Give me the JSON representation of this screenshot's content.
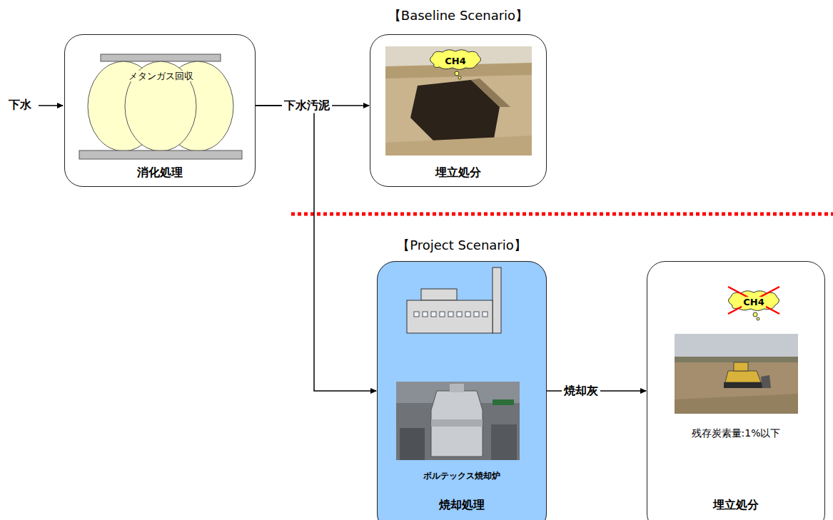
{
  "diagram": {
    "nodes": [
      {
        "text": [
          "消化処理"
        ]
      },
      {
        "text": [
          "メタンガス回収"
        ],
        "in": 0
      },
      {
        "text": [
          "【Baseline Scenario】",
          "埋立処分"
        ]
      },
      {
        "text": [
          "CH4"
        ],
        "in": 2
      },
      {
        "text": [
          "【Project Scenario】",
          "ボルテックス焼却炉",
          "焼却処理"
        ]
      },
      {
        "text": [
          "残存炭素量:1%以下",
          "埋立処分"
        ]
      },
      {
        "text": [
          "CH4"
        ],
        "in": 5
      }
    ],
    "edges": [
      {
        "from": 0,
        "to": 2,
        "arrow": "to",
        "label": "下水汚泥"
      },
      {
        "from": 0,
        "to": 4,
        "arrow": "to"
      },
      {
        "from": 4,
        "to": 5,
        "arrow": "to",
        "label": "焼却灰"
      }
    ],
    "labels": [
      "下水"
    ]
  }
}
